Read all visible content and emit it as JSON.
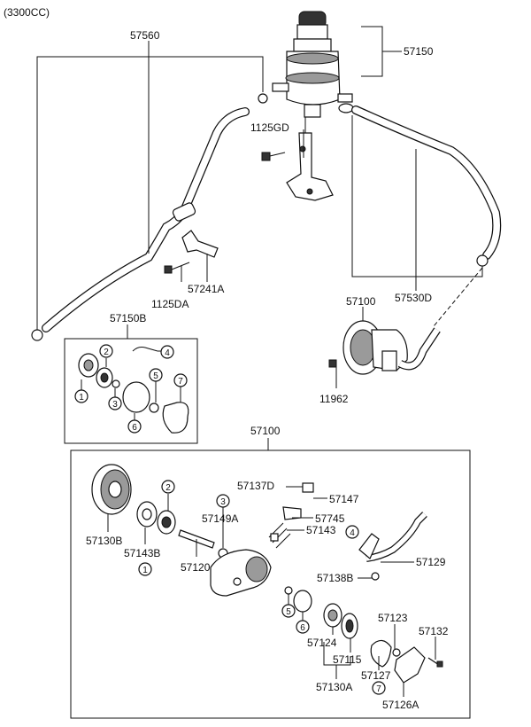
{
  "variant": "(3300CC)",
  "labels": {
    "p57560": "57560",
    "p57150": "57150",
    "p1125GD": "1125GD",
    "p1125DA": "1125DA",
    "p57241A": "57241A",
    "p57530D": "57530D",
    "p57100_top": "57100",
    "p11962": "11962",
    "p57150B": "57150B",
    "p57100_box": "57100",
    "p57137D": "57137D",
    "p57147": "57147",
    "p57149A": "57149A",
    "p57745": "57745",
    "p57143": "57143",
    "p57130B": "57130B",
    "p57143B": "57143B",
    "p57120": "57120",
    "p57129": "57129",
    "p57138B": "57138B",
    "p57123": "57123",
    "p57132": "57132",
    "p57124": "57124",
    "p57115": "57115",
    "p57127": "57127",
    "p57130A": "57130A",
    "p57126A": "57126A"
  },
  "callouts": {
    "one": "1",
    "two": "2",
    "three": "3",
    "four": "4",
    "five": "5",
    "six": "6",
    "seven": "7"
  }
}
